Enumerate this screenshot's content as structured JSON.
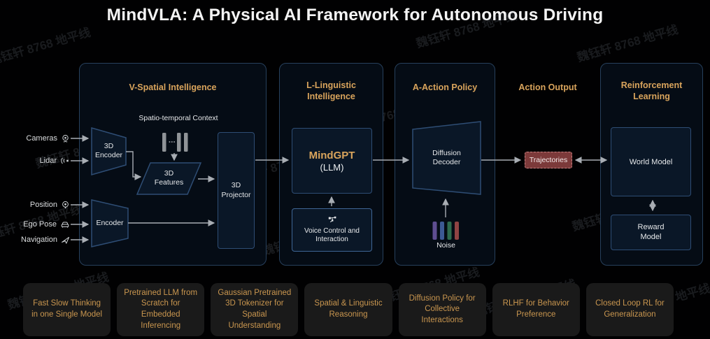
{
  "title": "MindVLA: A Physical AI Framework for Autonomous Driving",
  "watermark": {
    "text": "魏钰轩 8768 地平线"
  },
  "inputs": [
    {
      "label": "Cameras"
    },
    {
      "label": "Lidar"
    },
    {
      "label": "Position"
    },
    {
      "label": "Ego Pose"
    },
    {
      "label": "Navigation"
    }
  ],
  "panels": {
    "v_spatial": {
      "title": "V-Spatial Intelligence",
      "spatio_context_label": "Spatio-temporal Context",
      "encoder_3d": "3D\nEncoder",
      "features_3d": "3D\nFeatures",
      "projector_3d": "3D\nProjector",
      "encoder": "Encoder"
    },
    "l_linguistic": {
      "title": "L-Linguistic\nIntelligence",
      "mindgpt": "MindGPT",
      "mindgpt_sub": "(LLM)",
      "voice": "Voice Control and\nInteraction"
    },
    "a_action": {
      "title": "A-Action Policy",
      "diffusion_decoder": "Diffusion\nDecoder",
      "noise_label": "Noise"
    },
    "action_output": {
      "title": "Action Output",
      "trajectories": "Trajectories"
    },
    "reinforcement": {
      "title": "Reinforcement\nLearning",
      "world_model": "World Model",
      "reward_model": "Reward\nModel"
    }
  },
  "bottom_cards": [
    "Fast Slow Thinking in one Single Model",
    "Pretrained LLM from Scratch for Embedded Inferencing",
    "Gaussian Pretrained 3D Tokenizer for Spatial Understanding",
    "Spatial & Linguistic Reasoning",
    "Diffusion Policy for Collective Interactions",
    "RLHF for Behavior Preference",
    "Closed Loop RL for Generalization"
  ],
  "colors": {
    "accent": "#d9a45c",
    "card_text": "#c9964f",
    "panel_border": "#27405c",
    "box_border": "#2e4d74",
    "arrow": "#a8adb3",
    "trajectories_bg": "#7c3a3a",
    "noise_bars": [
      "#5f4e91",
      "#3c5a94",
      "#2d6b4e",
      "#8f4343"
    ]
  }
}
